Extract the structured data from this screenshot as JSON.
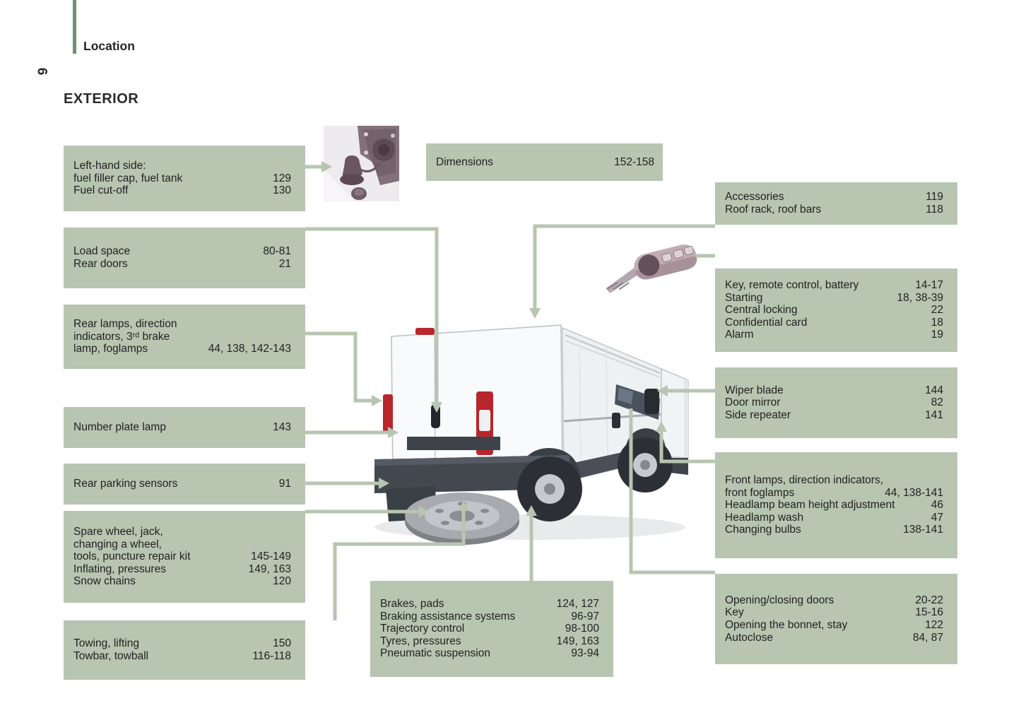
{
  "page": {
    "section_label": "Location",
    "page_number": "6",
    "title": "EXTERIOR"
  },
  "colors": {
    "box_green": "#b7c5b1",
    "accent_bar_green": "#6f9077",
    "text": "#222220",
    "tail_lamp_red": "#b8262c"
  },
  "icons": {
    "fuel_cap_photo": "fuel-filler-cap-photo",
    "key_fob_photo": "remote-control-key-photo",
    "van_illustration": "van-rear-three-quarter-view"
  },
  "boxes": {
    "fuel": {
      "rows": [
        {
          "label": "Left-hand side:",
          "value": ""
        },
        {
          "label": "fuel filler cap, fuel tank",
          "value": "129"
        },
        {
          "label": "Fuel cut-off",
          "value": "130"
        }
      ]
    },
    "load_space": {
      "rows": [
        {
          "label": "Load space",
          "value": "80-81"
        },
        {
          "label": "Rear doors",
          "value": "21"
        }
      ]
    },
    "rear_lamps": {
      "rows": [
        {
          "label": "Rear lamps, direction",
          "value": ""
        },
        {
          "label": "indicators, 3ʳᵈ brake",
          "value": ""
        },
        {
          "label": "lamp, foglamps",
          "value": "44, 138, 142-143"
        }
      ]
    },
    "number_plate": {
      "rows": [
        {
          "label": "Number plate lamp",
          "value": "143"
        }
      ]
    },
    "parking_sensors": {
      "rows": [
        {
          "label": "Rear parking sensors",
          "value": "91"
        }
      ]
    },
    "spare_wheel": {
      "rows": [
        {
          "label": "Spare wheel, jack,",
          "value": ""
        },
        {
          "label": "changing a wheel,",
          "value": ""
        },
        {
          "label": "tools, puncture repair kit",
          "value": "145-149"
        },
        {
          "label": "Inflating, pressures",
          "value": "149, 163"
        },
        {
          "label": "Snow chains",
          "value": "120"
        }
      ]
    },
    "towing": {
      "rows": [
        {
          "label": "Towing, lifting",
          "value": "150"
        },
        {
          "label": "Towbar, towball",
          "value": "116-118"
        }
      ]
    },
    "dimensions": {
      "rows": [
        {
          "label": "Dimensions",
          "value": "152-158"
        }
      ]
    },
    "brakes": {
      "rows": [
        {
          "label": "Brakes, pads",
          "value": "124, 127"
        },
        {
          "label": "Braking assistance systems",
          "value": "96-97"
        },
        {
          "label": "Trajectory control",
          "value": "98-100"
        },
        {
          "label": "Tyres, pressures",
          "value": "149, 163"
        },
        {
          "label": "Pneumatic suspension",
          "value": "93-94"
        }
      ]
    },
    "accessories": {
      "rows": [
        {
          "label": "Accessories",
          "value": "119"
        },
        {
          "label": "Roof rack, roof bars",
          "value": "118"
        }
      ]
    },
    "key": {
      "rows": [
        {
          "label": "Key, remote control, battery",
          "value": "14-17"
        },
        {
          "label": "Starting",
          "value": "18, 38-39"
        },
        {
          "label": "Central locking",
          "value": "22"
        },
        {
          "label": "Confidential card",
          "value": "18"
        },
        {
          "label": "Alarm",
          "value": "19"
        }
      ]
    },
    "wiper": {
      "rows": [
        {
          "label": "Wiper blade",
          "value": "144"
        },
        {
          "label": "Door mirror",
          "value": "82"
        },
        {
          "label": "Side repeater",
          "value": "141"
        }
      ]
    },
    "front_lamps": {
      "rows": [
        {
          "label": "Front lamps, direction indicators,",
          "value": ""
        },
        {
          "label": "front foglamps",
          "value": "44, 138-141"
        },
        {
          "label": "Headlamp beam height adjustment",
          "value": "46"
        },
        {
          "label": "Headlamp wash",
          "value": "47"
        },
        {
          "label": "Changing bulbs",
          "value": "138-141"
        }
      ]
    },
    "opening": {
      "rows": [
        {
          "label": "Opening/closing doors",
          "value": "20-22"
        },
        {
          "label": "Key",
          "value": "15-16"
        },
        {
          "label": "Opening the bonnet, stay",
          "value": "122"
        },
        {
          "label": "Autoclose",
          "value": "84, 87"
        }
      ]
    }
  }
}
